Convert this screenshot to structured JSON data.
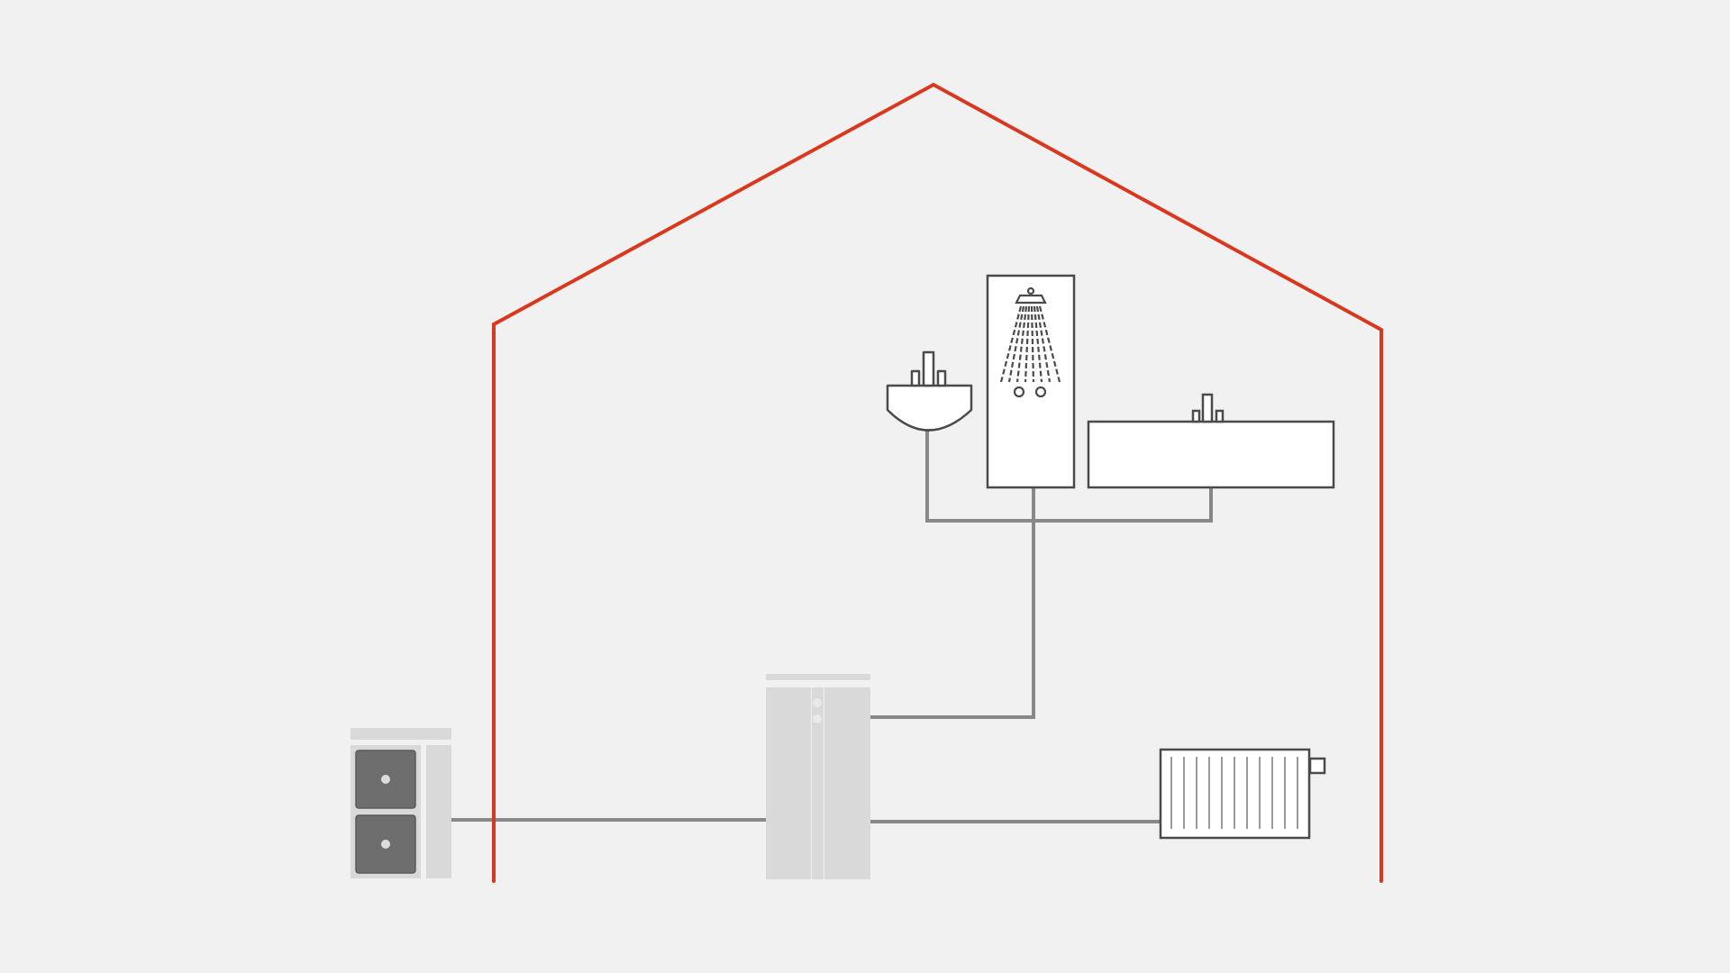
{
  "colors": {
    "background": "#f1f1f1",
    "house_outline": "#d9381e",
    "pipe": "#888888",
    "fixture_stroke": "#4a4a4a",
    "fixture_fill": "#ffffff",
    "unit_light": "#d9d9d9",
    "unit_dark": "#6e6e6e",
    "unit_knob": "#dcdcdc"
  },
  "components": [
    {
      "id": "outdoor-unit",
      "icon": "heat-pump-outdoor-unit-icon"
    },
    {
      "id": "indoor-unit",
      "icon": "indoor-storage-unit-icon"
    },
    {
      "id": "shower",
      "icon": "shower-icon"
    },
    {
      "id": "washbasin",
      "icon": "washbasin-icon"
    },
    {
      "id": "bathtub",
      "icon": "bathtub-icon"
    },
    {
      "id": "radiator",
      "icon": "radiator-icon"
    }
  ]
}
